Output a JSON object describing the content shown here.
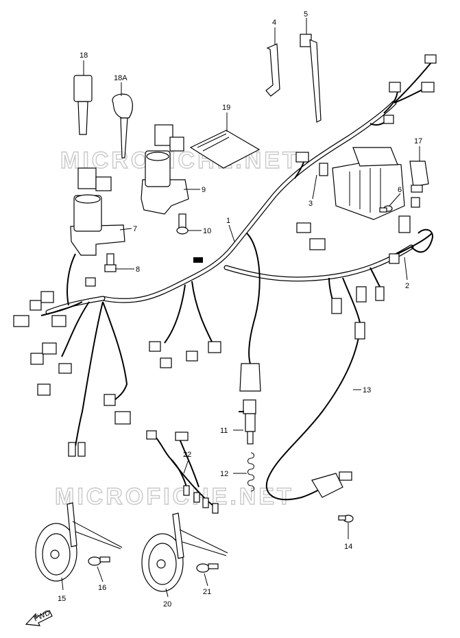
{
  "watermark": "MICROFICHE.NET",
  "fwd_label": "FWD",
  "callouts": [
    {
      "id": "1",
      "label": "1"
    },
    {
      "id": "2",
      "label": "2"
    },
    {
      "id": "3",
      "label": "3"
    },
    {
      "id": "4",
      "label": "4"
    },
    {
      "id": "5",
      "label": "5"
    },
    {
      "id": "6",
      "label": "6"
    },
    {
      "id": "7",
      "label": "7"
    },
    {
      "id": "8",
      "label": "8"
    },
    {
      "id": "9",
      "label": "9"
    },
    {
      "id": "10",
      "label": "10"
    },
    {
      "id": "11",
      "label": "11"
    },
    {
      "id": "12",
      "label": "12"
    },
    {
      "id": "13",
      "label": "13"
    },
    {
      "id": "14",
      "label": "14"
    },
    {
      "id": "15",
      "label": "15"
    },
    {
      "id": "16",
      "label": "16"
    },
    {
      "id": "17",
      "label": "17"
    },
    {
      "id": "18",
      "label": "18"
    },
    {
      "id": "18A",
      "label": "18A"
    },
    {
      "id": "19",
      "label": "19"
    },
    {
      "id": "20",
      "label": "20"
    },
    {
      "id": "21",
      "label": "21"
    },
    {
      "id": "22",
      "label": "22"
    }
  ]
}
